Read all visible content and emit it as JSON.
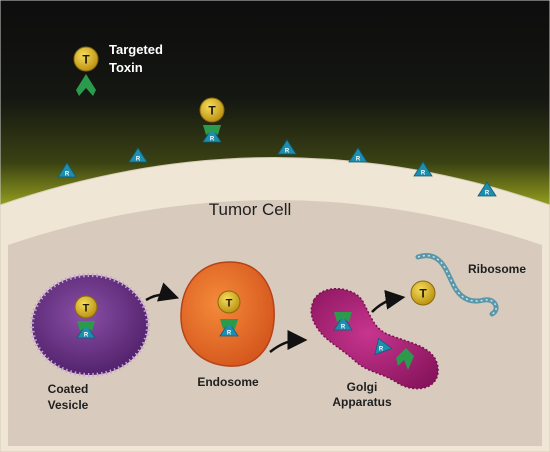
{
  "labels": {
    "targeted_toxin_line1": "Targeted",
    "targeted_toxin_line2": "Toxin",
    "tumor_cell": "Tumor Cell",
    "coated_vesicle_line1": "Coated",
    "coated_vesicle_line2": "Vesicle",
    "endosome": "Endosome",
    "golgi_line1": "Golgi",
    "golgi_line2": "Apparatus",
    "ribosome": "Ribosome"
  },
  "tokens": {
    "toxin": "T",
    "receptor": "R"
  },
  "colors": {
    "background_top": "#111111",
    "background_glow": "#9aa41e",
    "membrane": "#efe6d6",
    "cytoplasm": "#d9cdbf",
    "toxin": "#d9b21c",
    "receptor": "#1c8eb0",
    "binder": "#2c9a4c",
    "vesicle": "#6a2f87",
    "endosome": "#e86f2a",
    "golgi": "#b0237b",
    "ribosome": "#5a97a9"
  }
}
